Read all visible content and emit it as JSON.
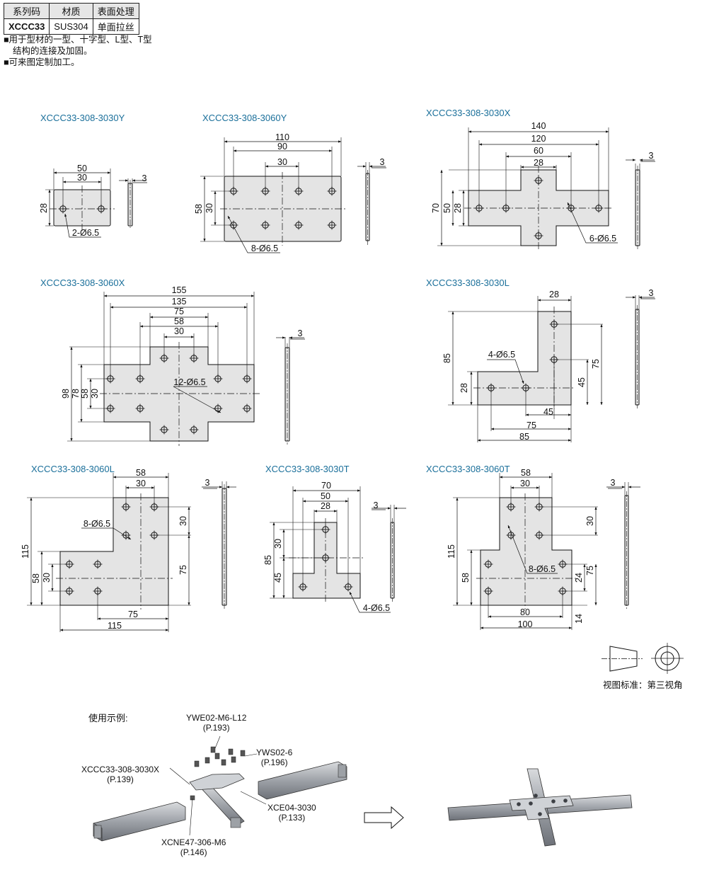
{
  "table": {
    "headers": [
      "系列码",
      "材质",
      "表面处理"
    ],
    "row": [
      "XCCC33",
      "SUS304",
      "单面拉丝"
    ]
  },
  "bullets": {
    "line1a": "■用于型材的一型、十字型、L型、T型",
    "line1b": "结构的连接及加固。",
    "line2": "■可来图定制加工。"
  },
  "parts": {
    "p1": {
      "code": "XCCC33-308-3030Y",
      "w": "50",
      "pitch": "30",
      "h": "28",
      "holes": "2-Ø6.5",
      "t": "3"
    },
    "p2": {
      "code": "XCCC33-308-3060Y",
      "w": "110",
      "d1": "90",
      "d2": "30",
      "h1": "58",
      "h2": "30",
      "holes": "8-Ø6.5",
      "t": "3"
    },
    "p3": {
      "code": "XCCC33-308-3030X",
      "w": "140",
      "d1": "120",
      "d2": "60",
      "d3": "28",
      "h1": "70",
      "h2": "50",
      "h3": "28",
      "holes": "6-Ø6.5",
      "t": "3"
    },
    "p4": {
      "code": "XCCC33-308-3060X",
      "w": "155",
      "d1": "135",
      "d2": "75",
      "d3": "58",
      "d4": "30",
      "h1": "98",
      "h2": "78",
      "h3": "58",
      "h4": "30",
      "holes": "12-Ø6.5",
      "t": "3"
    },
    "p5": {
      "code": "XCCC33-308-3030L",
      "top": "28",
      "h1": "85",
      "h2": "28",
      "r1": "75",
      "r2": "45",
      "b1": "45",
      "b2": "75",
      "b3": "85",
      "holes": "4-Ø6.5",
      "t": "3"
    },
    "p6": {
      "code": "XCCC33-308-3060L",
      "top1": "58",
      "top2": "30",
      "h1": "115",
      "h2": "58",
      "h3": "30",
      "r1": "30",
      "r2": "75",
      "b1": "75",
      "b2": "115",
      "holes": "8-Ø6.5",
      "t": "3"
    },
    "p7": {
      "code": "XCCC33-308-3030T",
      "top1": "70",
      "top2": "50",
      "top3": "28",
      "h1": "85",
      "h2": "30",
      "h3": "45",
      "holes": "4-Ø6.5",
      "t": "3"
    },
    "p8": {
      "code": "XCCC33-308-3060T",
      "top1": "58",
      "top2": "30",
      "h1": "115",
      "h2": "58",
      "r1": "30",
      "r2": "75",
      "r3": "24",
      "r4": "14",
      "b1": "80",
      "b2": "100",
      "holes": "8-Ø6.5",
      "t": "3"
    }
  },
  "view_standard": "视图标准：第三视角",
  "usage": {
    "title": "使用示例:",
    "callouts": {
      "ywe": [
        "YWE02-M6-L12",
        "(P.193)"
      ],
      "yws": [
        "YWS02-6",
        "(P.196)"
      ],
      "xccc": [
        "XCCC33-308-3030X",
        "(P.139)"
      ],
      "xce": [
        "XCE04-3030",
        "(P.133)"
      ],
      "xcne": [
        "XCNE47-306-M6",
        "(P.146)"
      ]
    }
  },
  "colors": {
    "plate": "#e4e4e4",
    "code_text": "#1a6f9a",
    "profile": "#b9bcc0"
  }
}
